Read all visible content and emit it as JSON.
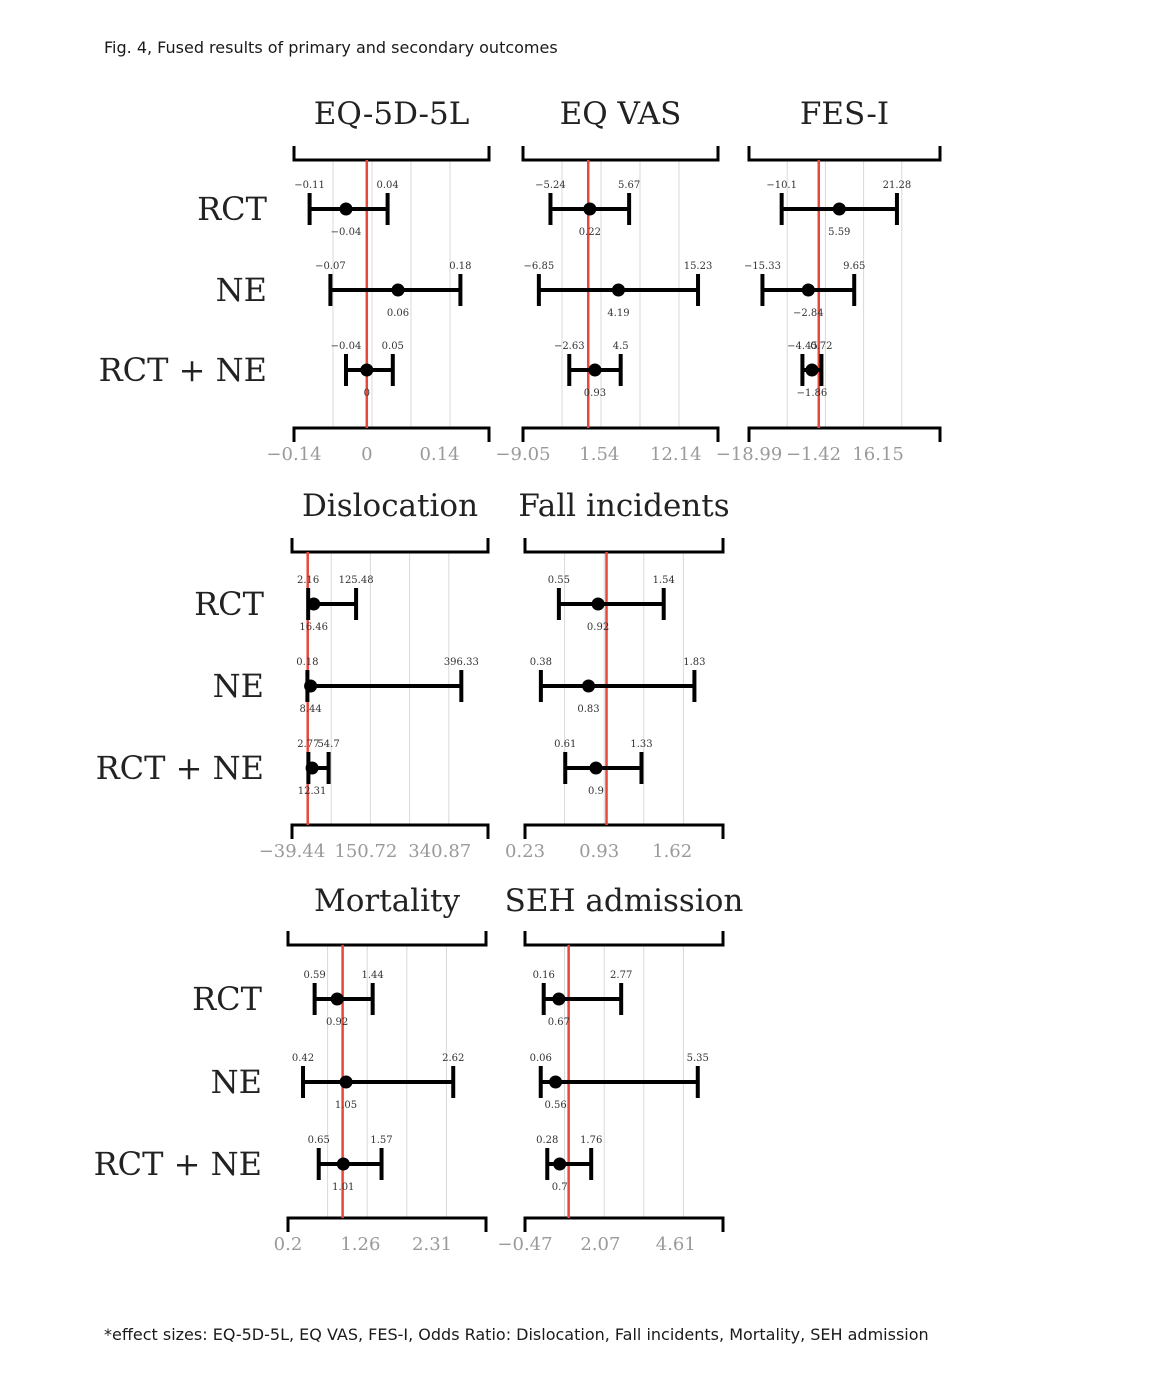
{
  "figure": {
    "title": "Fig. 4, Fused results of primary and secondary outcomes",
    "footnote": "*effect sizes: EQ-5D-5L, EQ VAS, FES-I, Odds Ratio: Dislocation, Fall incidents, Mortality, SEH admission"
  },
  "row_labels": [
    "RCT",
    "NE",
    "RCT + NE"
  ],
  "colors": {
    "reference_line": "#e8473c",
    "marker": "#000000",
    "grid": "#d9d9d9",
    "tick_label": "#9a9a9a"
  },
  "chart_data": [
    {
      "type": "forest",
      "title": "EQ-5D-5L",
      "ref": 0,
      "xlim": [
        -0.14,
        0.235
      ],
      "ticks": [
        "−0.14",
        "0",
        "0.14"
      ],
      "tick_values": [
        -0.14,
        0,
        0.14
      ],
      "rows": [
        {
          "name": "RCT",
          "point": -0.04,
          "lower": -0.11,
          "upper": 0.04,
          "labels": [
            "−0.04",
            "−0.11",
            "0.04"
          ]
        },
        {
          "name": "NE",
          "point": 0.06,
          "lower": -0.07,
          "upper": 0.18,
          "labels": [
            "0.06",
            "−0.07",
            "0.18"
          ]
        },
        {
          "name": "RCT + NE",
          "point": 0,
          "lower": -0.04,
          "upper": 0.05,
          "labels": [
            "0",
            "−0.04",
            "0.05"
          ]
        }
      ]
    },
    {
      "type": "forest",
      "title": "EQ VAS",
      "ref": 0,
      "xlim": [
        -9.05,
        18.0
      ],
      "ticks": [
        "−9.05",
        "1.54",
        "12.14"
      ],
      "tick_values": [
        -9.05,
        1.54,
        12.14
      ],
      "rows": [
        {
          "name": "RCT",
          "point": 0.22,
          "lower": -5.24,
          "upper": 5.67,
          "labels": [
            "0.22",
            "−5.24",
            "5.67"
          ]
        },
        {
          "name": "NE",
          "point": 4.19,
          "lower": -6.85,
          "upper": 15.23,
          "labels": [
            "4.19",
            "−6.85",
            "15.23"
          ]
        },
        {
          "name": "RCT + NE",
          "point": 0.93,
          "lower": -2.63,
          "upper": 4.5,
          "labels": [
            "0.93",
            "−2.63",
            "4.5"
          ]
        }
      ]
    },
    {
      "type": "forest",
      "title": "FES-I",
      "ref": 0,
      "xlim": [
        -18.99,
        33.0
      ],
      "ticks": [
        "−18.99",
        "−1.42",
        "16.15"
      ],
      "tick_values": [
        -18.99,
        -1.42,
        16.15
      ],
      "rows": [
        {
          "name": "RCT",
          "point": 5.59,
          "lower": -10.1,
          "upper": 21.28,
          "labels": [
            "5.59",
            "−10.1",
            "21.28"
          ]
        },
        {
          "name": "NE",
          "point": -2.84,
          "lower": -15.33,
          "upper": 9.65,
          "labels": [
            "−2.84",
            "−15.33",
            "9.65"
          ]
        },
        {
          "name": "RCT + NE",
          "point": -1.86,
          "lower": -4.45,
          "upper": 0.72,
          "labels": [
            "−1.86",
            "−4.45",
            "0.72"
          ]
        }
      ]
    },
    {
      "type": "forest",
      "title": "Dislocation",
      "ref": 1,
      "xlim": [
        -39.44,
        465.0
      ],
      "ticks": [
        "−39.44",
        "150.72",
        "340.87"
      ],
      "tick_values": [
        -39.44,
        150.72,
        340.87
      ],
      "rows": [
        {
          "name": "RCT",
          "point": 16.46,
          "lower": 2.16,
          "upper": 125.48,
          "labels": [
            "16.46",
            "2.16",
            "125.48"
          ]
        },
        {
          "name": "NE",
          "point": 8.44,
          "lower": 0.18,
          "upper": 396.33,
          "labels": [
            "8.44",
            "0.18",
            "396.33"
          ]
        },
        {
          "name": "RCT + NE",
          "point": 12.31,
          "lower": 2.77,
          "upper": 54.7,
          "labels": [
            "12.31",
            "2.77",
            "54.7"
          ]
        }
      ]
    },
    {
      "type": "forest",
      "title": "Fall incidents",
      "ref": 1,
      "xlim": [
        0.23,
        2.1
      ],
      "ticks": [
        "0.23",
        "0.93",
        "1.62"
      ],
      "tick_values": [
        0.23,
        0.93,
        1.62
      ],
      "rows": [
        {
          "name": "RCT",
          "point": 0.92,
          "lower": 0.55,
          "upper": 1.54,
          "labels": [
            "0.92",
            "0.55",
            "1.54"
          ]
        },
        {
          "name": "NE",
          "point": 0.83,
          "lower": 0.38,
          "upper": 1.83,
          "labels": [
            "0.83",
            "0.38",
            "1.83"
          ]
        },
        {
          "name": "RCT + NE",
          "point": 0.9,
          "lower": 0.61,
          "upper": 1.33,
          "labels": [
            "0.9",
            "0.61",
            "1.33"
          ]
        }
      ]
    },
    {
      "type": "forest",
      "title": "Mortality",
      "ref": 1,
      "xlim": [
        0.2,
        3.1
      ],
      "ticks": [
        "0.2",
        "1.26",
        "2.31"
      ],
      "tick_values": [
        0.2,
        1.26,
        2.31
      ],
      "rows": [
        {
          "name": "RCT",
          "point": 0.92,
          "lower": 0.59,
          "upper": 1.44,
          "labels": [
            "0.92",
            "0.59",
            "1.44"
          ]
        },
        {
          "name": "NE",
          "point": 1.05,
          "lower": 0.42,
          "upper": 2.62,
          "labels": [
            "1.05",
            "0.42",
            "2.62"
          ]
        },
        {
          "name": "RCT + NE",
          "point": 1.01,
          "lower": 0.65,
          "upper": 1.57,
          "labels": [
            "1.01",
            "0.65",
            "1.57"
          ]
        }
      ]
    },
    {
      "type": "forest",
      "title": "SEH admission",
      "ref": 1,
      "xlim": [
        -0.47,
        6.2
      ],
      "ticks": [
        "−0.47",
        "2.07",
        "4.61"
      ],
      "tick_values": [
        -0.47,
        2.07,
        4.61
      ],
      "rows": [
        {
          "name": "RCT",
          "point": 0.67,
          "lower": 0.16,
          "upper": 2.77,
          "labels": [
            "0.67",
            "0.16",
            "2.77"
          ]
        },
        {
          "name": "NE",
          "point": 0.56,
          "lower": 0.06,
          "upper": 5.35,
          "labels": [
            "0.56",
            "0.06",
            "5.35"
          ]
        },
        {
          "name": "RCT + NE",
          "point": 0.7,
          "lower": 0.28,
          "upper": 1.76,
          "labels": [
            "0.7",
            "0.28",
            "1.76"
          ]
        }
      ]
    }
  ]
}
